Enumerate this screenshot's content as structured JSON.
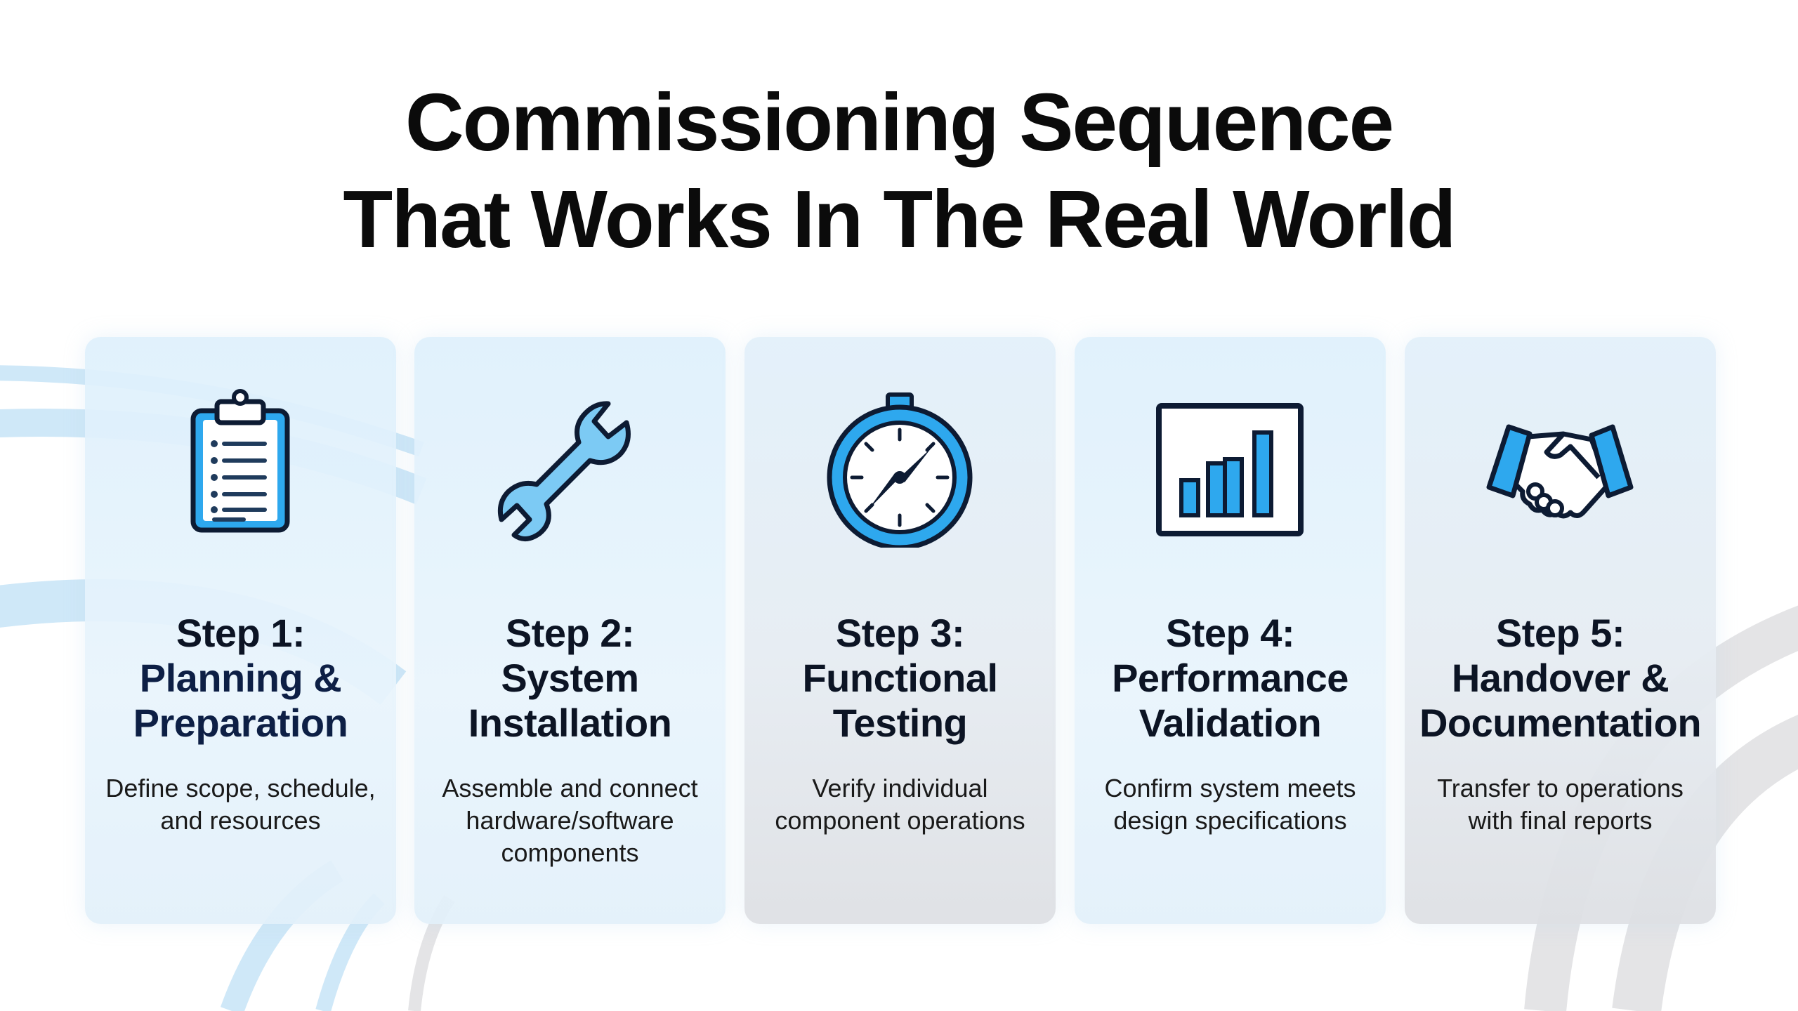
{
  "title": {
    "line1": "Commissioning Sequence",
    "line2": "That Works In The Real World"
  },
  "colors": {
    "accent": "#2ea8ee",
    "dark": "#0d1b33",
    "card_bg": "#e2f1fb"
  },
  "steps": [
    {
      "step": "Step 1:",
      "name_line1": "Planning &",
      "name_line2": "Preparation",
      "desc_line1": "Define scope, schedule,",
      "desc_line2": "and resources",
      "desc_line3": "",
      "icon": "clipboard-icon"
    },
    {
      "step": "Step 2:",
      "name_line1": "System",
      "name_line2": "Installation",
      "desc_line1": "Assemble and connect",
      "desc_line2": "hardware/software",
      "desc_line3": "components",
      "icon": "wrench-icon"
    },
    {
      "step": "Step 3:",
      "name_line1": "Functional",
      "name_line2": "Testing",
      "desc_line1": "Verify individual",
      "desc_line2": "component operations",
      "desc_line3": "",
      "icon": "stopwatch-icon"
    },
    {
      "step": "Step 4:",
      "name_line1": "Performance",
      "name_line2": "Validation",
      "desc_line1": "Confirm system meets",
      "desc_line2": "design specifications",
      "desc_line3": "",
      "icon": "bar-chart-icon"
    },
    {
      "step": "Step 5:",
      "name_line1": "Handover &",
      "name_line2": "Documentation",
      "desc_line1": "Transfer to operations",
      "desc_line2": "with final reports",
      "desc_line3": "",
      "icon": "handshake-icon"
    }
  ]
}
